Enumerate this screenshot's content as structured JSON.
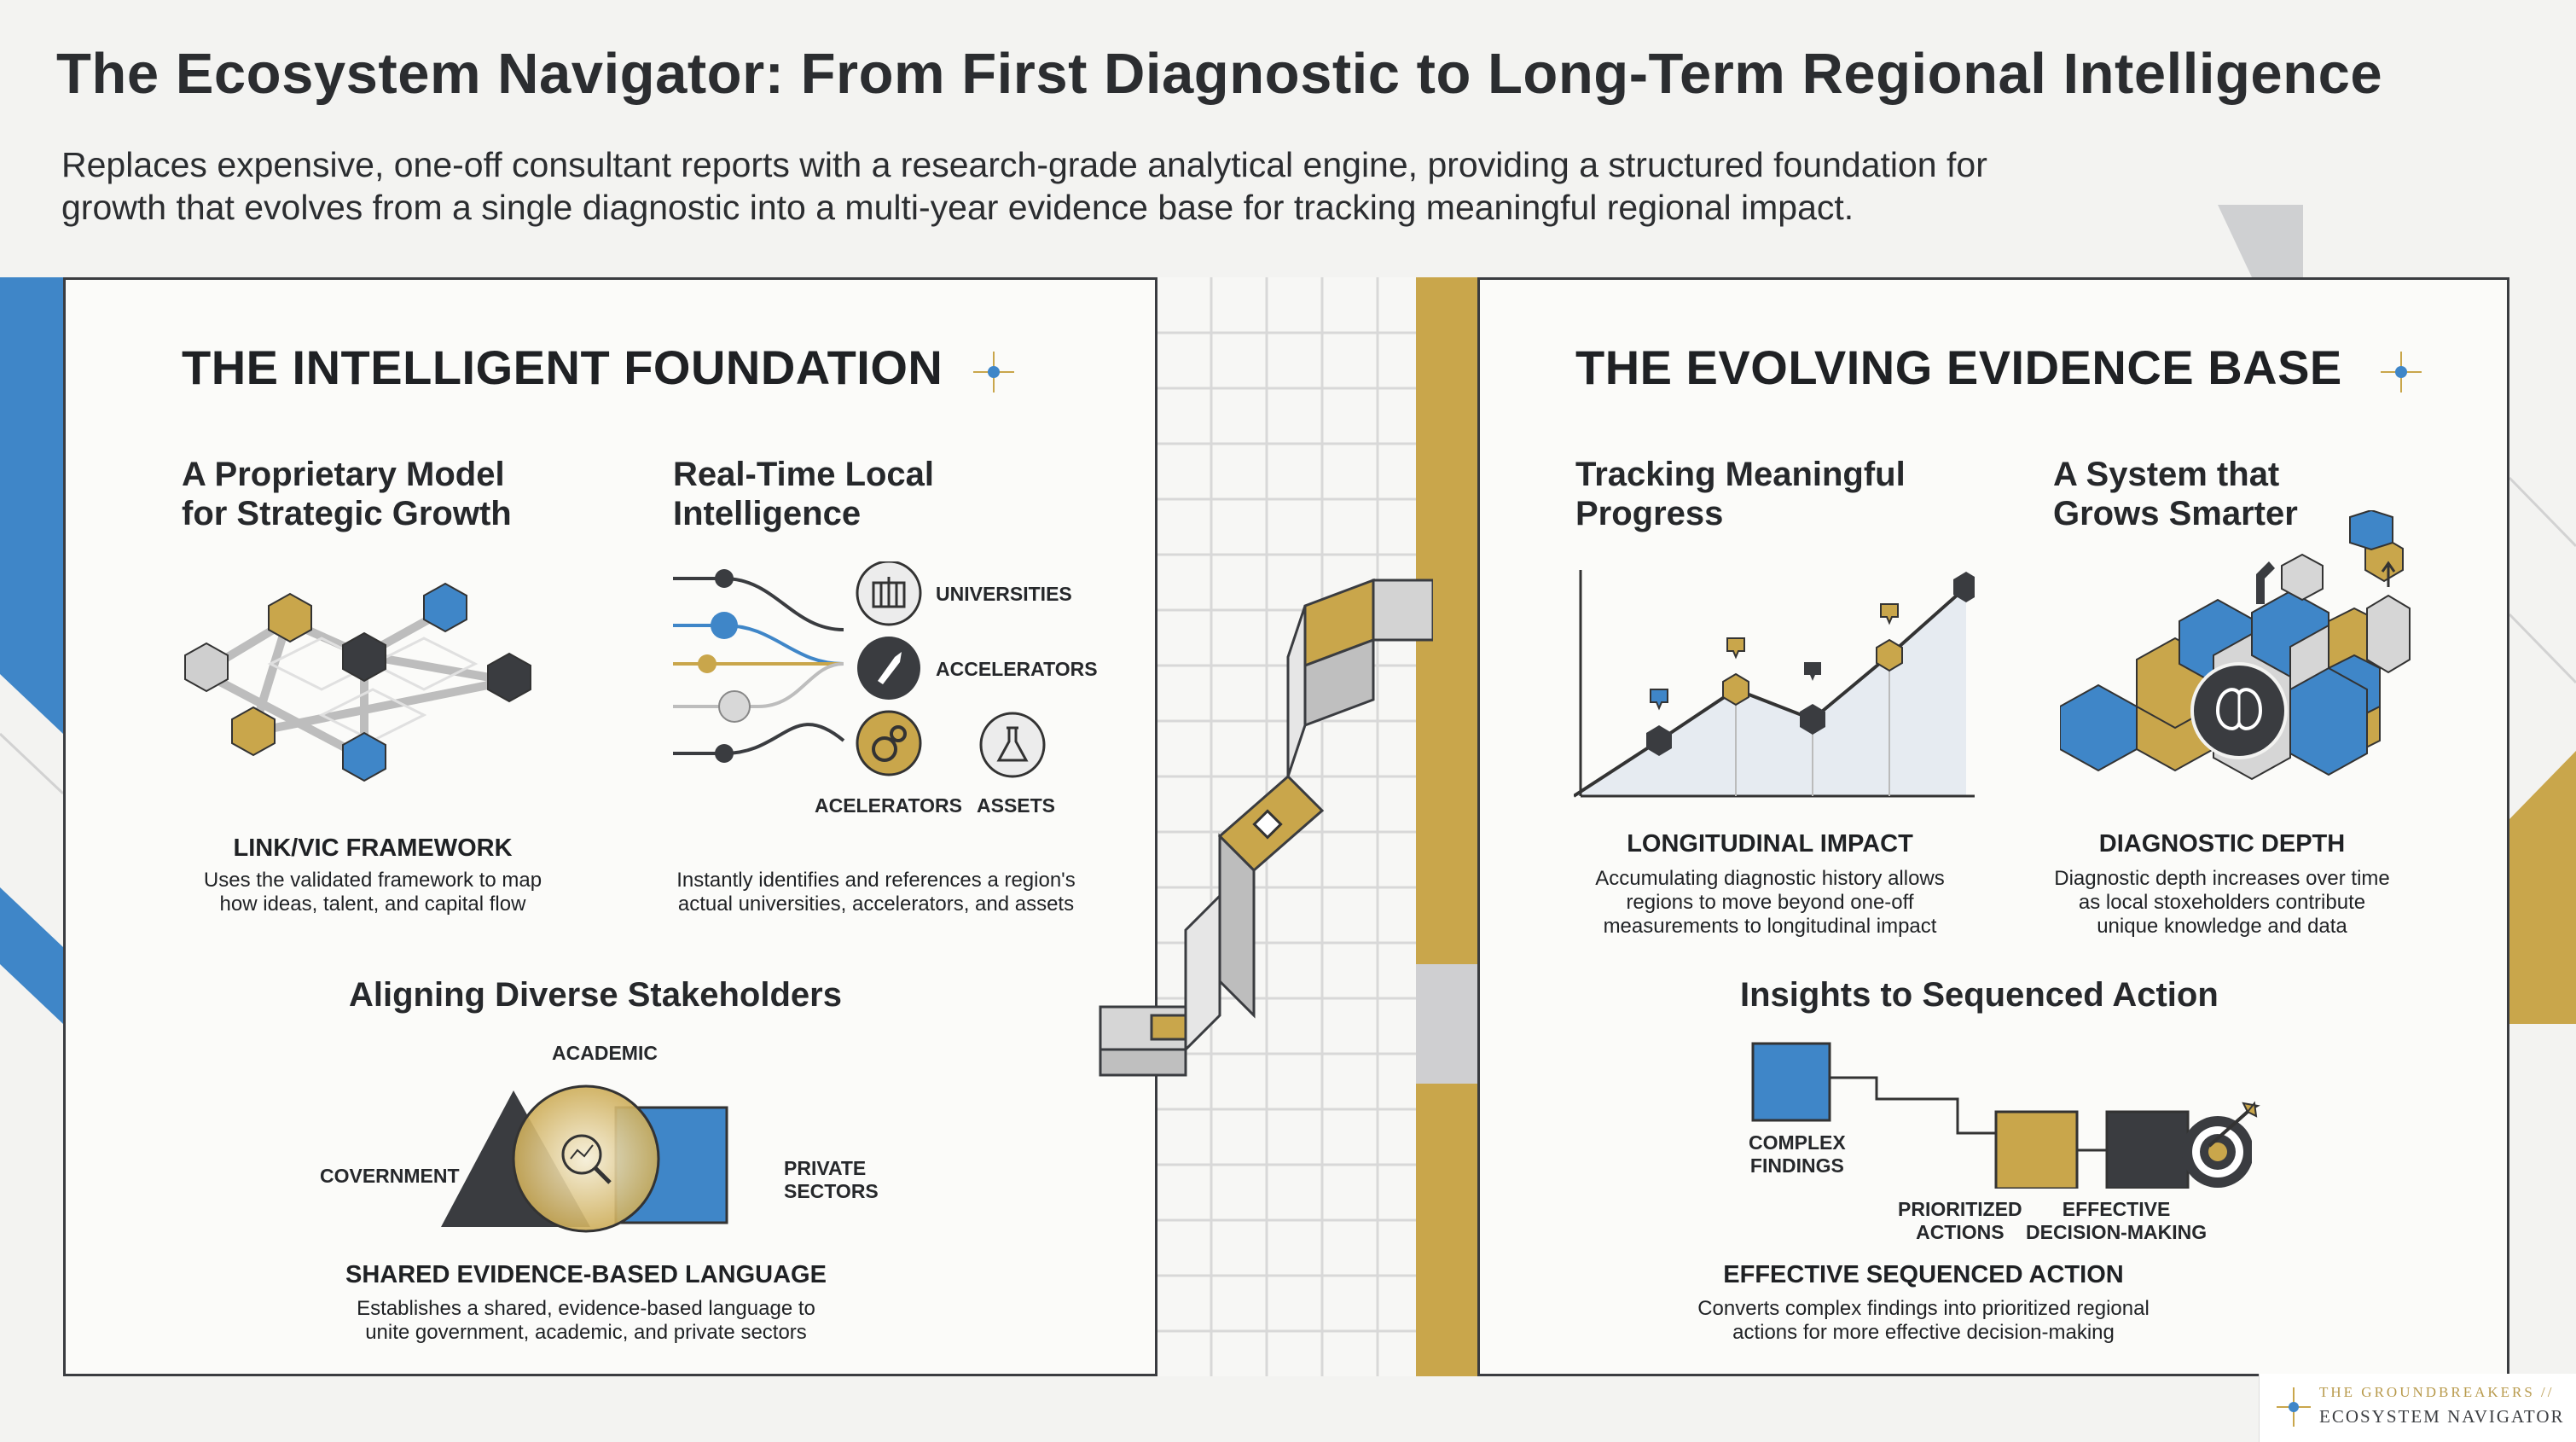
{
  "header": {
    "title": "The Ecosystem Navigator:  From First Diagnostic to Long-Term Regional Intelligence",
    "subtitle_line1": "Replaces expensive, one-off consultant reports with a research-grade analytical engine, providing a structured foundation for",
    "subtitle_line2": "growth that evolves from a single diagnostic into a multi-year evidence base for tracking meaningful regional impact."
  },
  "colors": {
    "blue": "#3f86c8",
    "gold": "#c9a64b",
    "dark": "#3a3c40",
    "grey": "#c9c9c9"
  },
  "left_panel": {
    "title": "THE INTELLIGENT FOUNDATION",
    "proprietary": {
      "heading_line1": "A Proprietary Model",
      "heading_line2": "for Strategic Growth",
      "caption": "LINK/VIC FRAMEWORK",
      "desc_line1": "Uses the validated framework to map",
      "desc_line2": "how ideas, talent, and capital flow"
    },
    "realtime": {
      "heading_line1": "Real-Time Local",
      "heading_line2": "Intelligence",
      "labels": {
        "universities": "UNIVERSITIES",
        "accelerators": "ACCELERATORS",
        "acelerators": "ACELERATORS",
        "assets": "ASSETS"
      },
      "desc_line1": "Instantly identifies and references a region's",
      "desc_line2": "actual universities, accelerators, and assets"
    },
    "stakeholders": {
      "heading": "Aligning Diverse Stakeholders",
      "labels": {
        "academic": "ACADEMIC",
        "government": "COVERNMENT",
        "private_line1": "PRIVATE",
        "private_line2": "SECTORS"
      },
      "caption": "SHARED EVIDENCE-BASED LANGUAGE",
      "desc_line1": "Establishes a shared, evidence-based language to",
      "desc_line2": "unite government, academic, and private sectors"
    }
  },
  "right_panel": {
    "title": "THE EVOLVING EVIDENCE BASE",
    "tracking": {
      "heading_line1": "Tracking Meaningful",
      "heading_line2": "Progress",
      "caption": "LONGITUDINAL IMPACT",
      "desc_line1": "Accumulating diagnostic history allows",
      "desc_line2": "regions to move beyond one-off",
      "desc_line3": "measurements to longitudinal impact"
    },
    "smarter": {
      "heading_line1": "A System that",
      "heading_line2": "Grows Smarter",
      "caption": "DIAGNOSTIC DEPTH",
      "desc_line1": "Diagnostic depth increases over time",
      "desc_line2": "as local stoxeholders contribute",
      "desc_line3": "unique knowledge and data"
    },
    "sequenced": {
      "heading": "Insights to Sequenced Action",
      "labels": {
        "complex_line1": "COMPLEX",
        "complex_line2": "FINDINGS",
        "prioritized_line1": "PRIORITIZED",
        "prioritized_line2": "ACTIONS",
        "effective_line1": "EFFECTIVE",
        "effective_line2": "DECISION-MAKING"
      },
      "caption": "EFFECTIVE SEQUENCED ACTION",
      "desc_line1": "Converts complex findings into prioritized regional",
      "desc_line2": "actions for more effective decision-making"
    }
  },
  "brand": {
    "line1": "THE GROUNDBREAKERS //",
    "line2": "ECOSYSTEM NAVIGATOR"
  }
}
